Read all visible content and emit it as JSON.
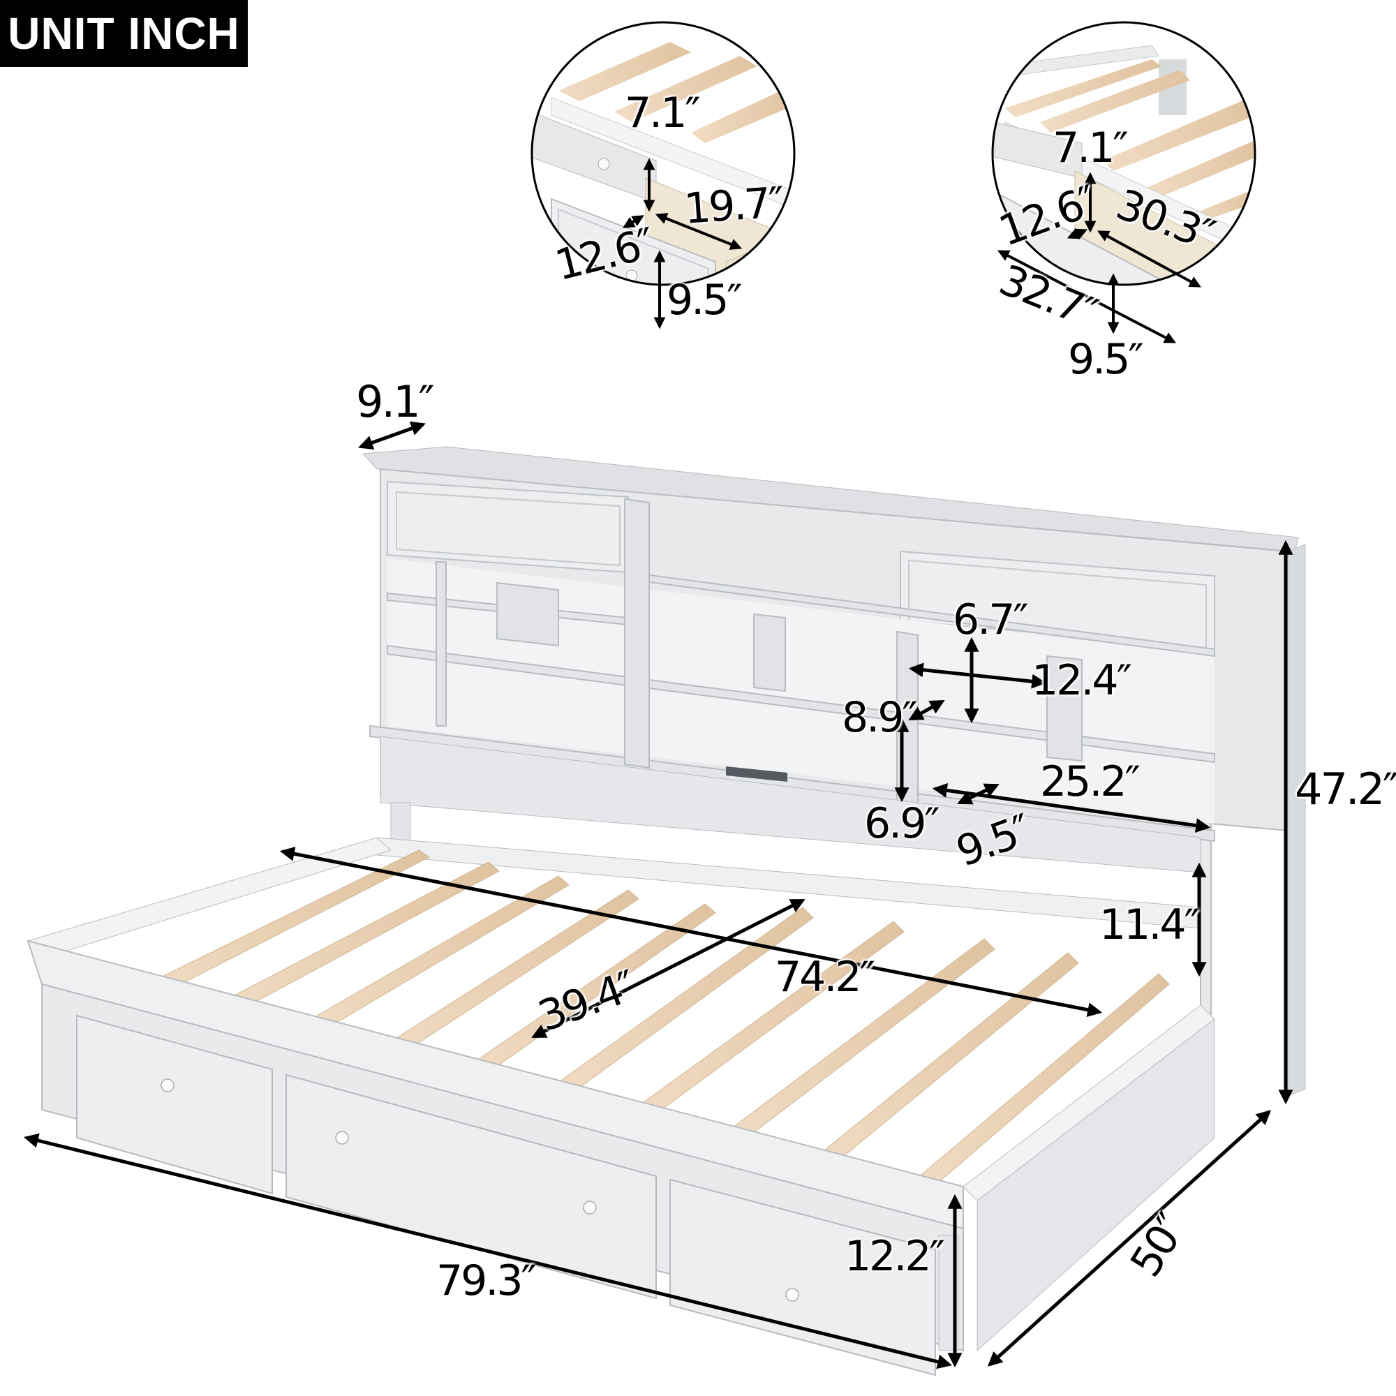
{
  "badge": {
    "label": "UNIT INCH"
  },
  "product": {
    "type": "daybed-with-bookcase-headboard-and-storage-drawers",
    "finish_color": "#e9eaec",
    "slat_color": "#e2c7a6",
    "drawer_interior_color": "#efe6d4"
  },
  "detail_small_drawer": {
    "label_clearance": "7.1″",
    "label_depth": "12.6″",
    "label_length": "19.7″",
    "label_height": "9.5″"
  },
  "detail_large_drawer": {
    "label_clearance": "7.1″",
    "label_depth": "12.6″",
    "label_inner_length": "30.3″",
    "label_outer_length": "32.7″",
    "label_height": "9.5″"
  },
  "headboard": {
    "label_depth": "9.1″",
    "label_total_height": "47.2″",
    "label_cubby_height": "6.7″",
    "label_cubby_width": "12.4″",
    "label_cubby_depth": "8.9″",
    "label_shelf_height": "6.9″",
    "label_shelf_depth": "9.5″",
    "label_shelf_width": "25.2″",
    "label_panel_height": "11.4″"
  },
  "bed": {
    "label_mattress_length": "74.2″",
    "label_mattress_width": "39.4″",
    "label_overall_length": "79.3″",
    "label_overall_width": "50″",
    "label_side_height": "12.2″"
  }
}
